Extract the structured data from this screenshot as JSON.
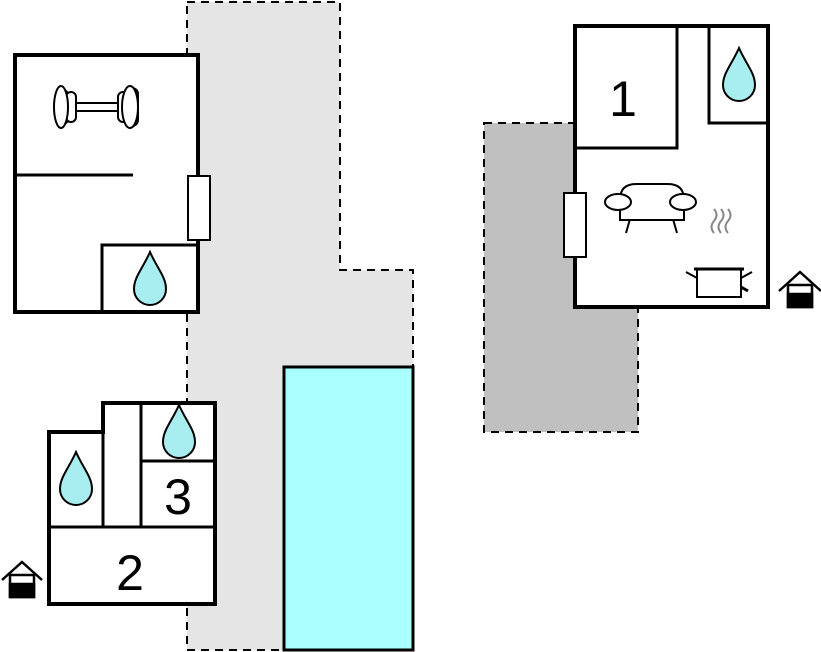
{
  "rooms": [
    {
      "label": "1"
    },
    {
      "label": "2"
    },
    {
      "label": "3"
    }
  ],
  "icons": {
    "bathroom": "water-drop-icon",
    "gym": "dumbbell-icon",
    "living": "sofa-icon",
    "kitchen": "cooking-pot-icon",
    "entrance": "house-entrance-icon",
    "pool": "swimming-pool"
  },
  "colors": {
    "terrace_light": "#e5e5e5",
    "terrace_dark": "#c0c0c0",
    "pool": "#aaffff",
    "water_drop": "#a8eef0",
    "line": "#000000"
  }
}
